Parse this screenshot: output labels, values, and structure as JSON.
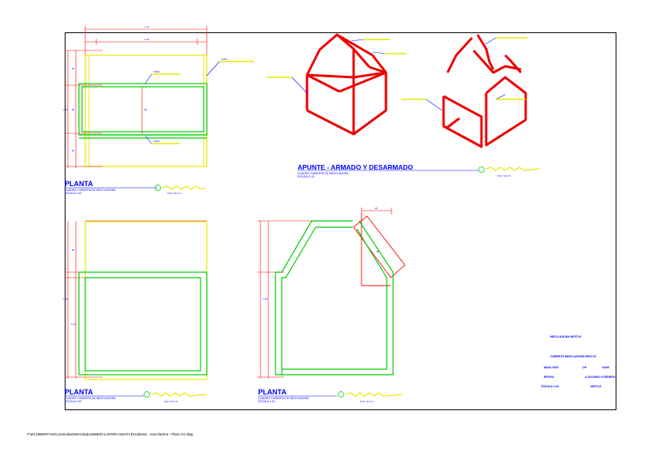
{
  "colors": {
    "frame": "#000000",
    "green": "#00cc00",
    "yellow": "#e8e800",
    "red": "#ee0000",
    "blue": "#0000ff",
    "dim": "#ff0000"
  },
  "views": {
    "planta1": {
      "title": "PLANTA",
      "subtitle": "CUADRO CUBIERTA DE MEZCLADORA",
      "scale_note": "ESCALA 1:20"
    },
    "apunte": {
      "title": "APUNTE - ARMADO Y DESARMADO",
      "subtitle": "CUADRO CUBIERTA DE MEZCLADORA",
      "scale_note": "ESCALA 1:20"
    },
    "planta2": {
      "title": "PLANTA",
      "subtitle": "CUADRO CUBIERTA DE MEZCLADORA",
      "scale_note": "ESCALA 1:20"
    },
    "planta3": {
      "title": "PLANTA",
      "subtitle": "CUADRO CUBIERTA DE MEZCLADORA",
      "scale_note": "ESCALA 1:20"
    }
  },
  "scale_bar": {
    "unit": "M E T R O S"
  },
  "title_block": {
    "project": "MEZCLADORA NESTLE",
    "drawing": "CUBIERTA MEZCLADORA NESTLE",
    "row1_left": "MAYA 2005",
    "row1_mid": "OP",
    "row1_right": "04/05",
    "row2_left": "REVISA",
    "row2_right": "A.GALINDO CORDERO",
    "row3_left": "ESCALA 1:20",
    "row3_right": "NESTLE"
  },
  "file_path": "T:\\a\\CUBIERTAS\\Construidas\\Mezcladora\\MEZCLADORA NESTLE\\cubierta - mezcladora - Plano 01.dwg"
}
